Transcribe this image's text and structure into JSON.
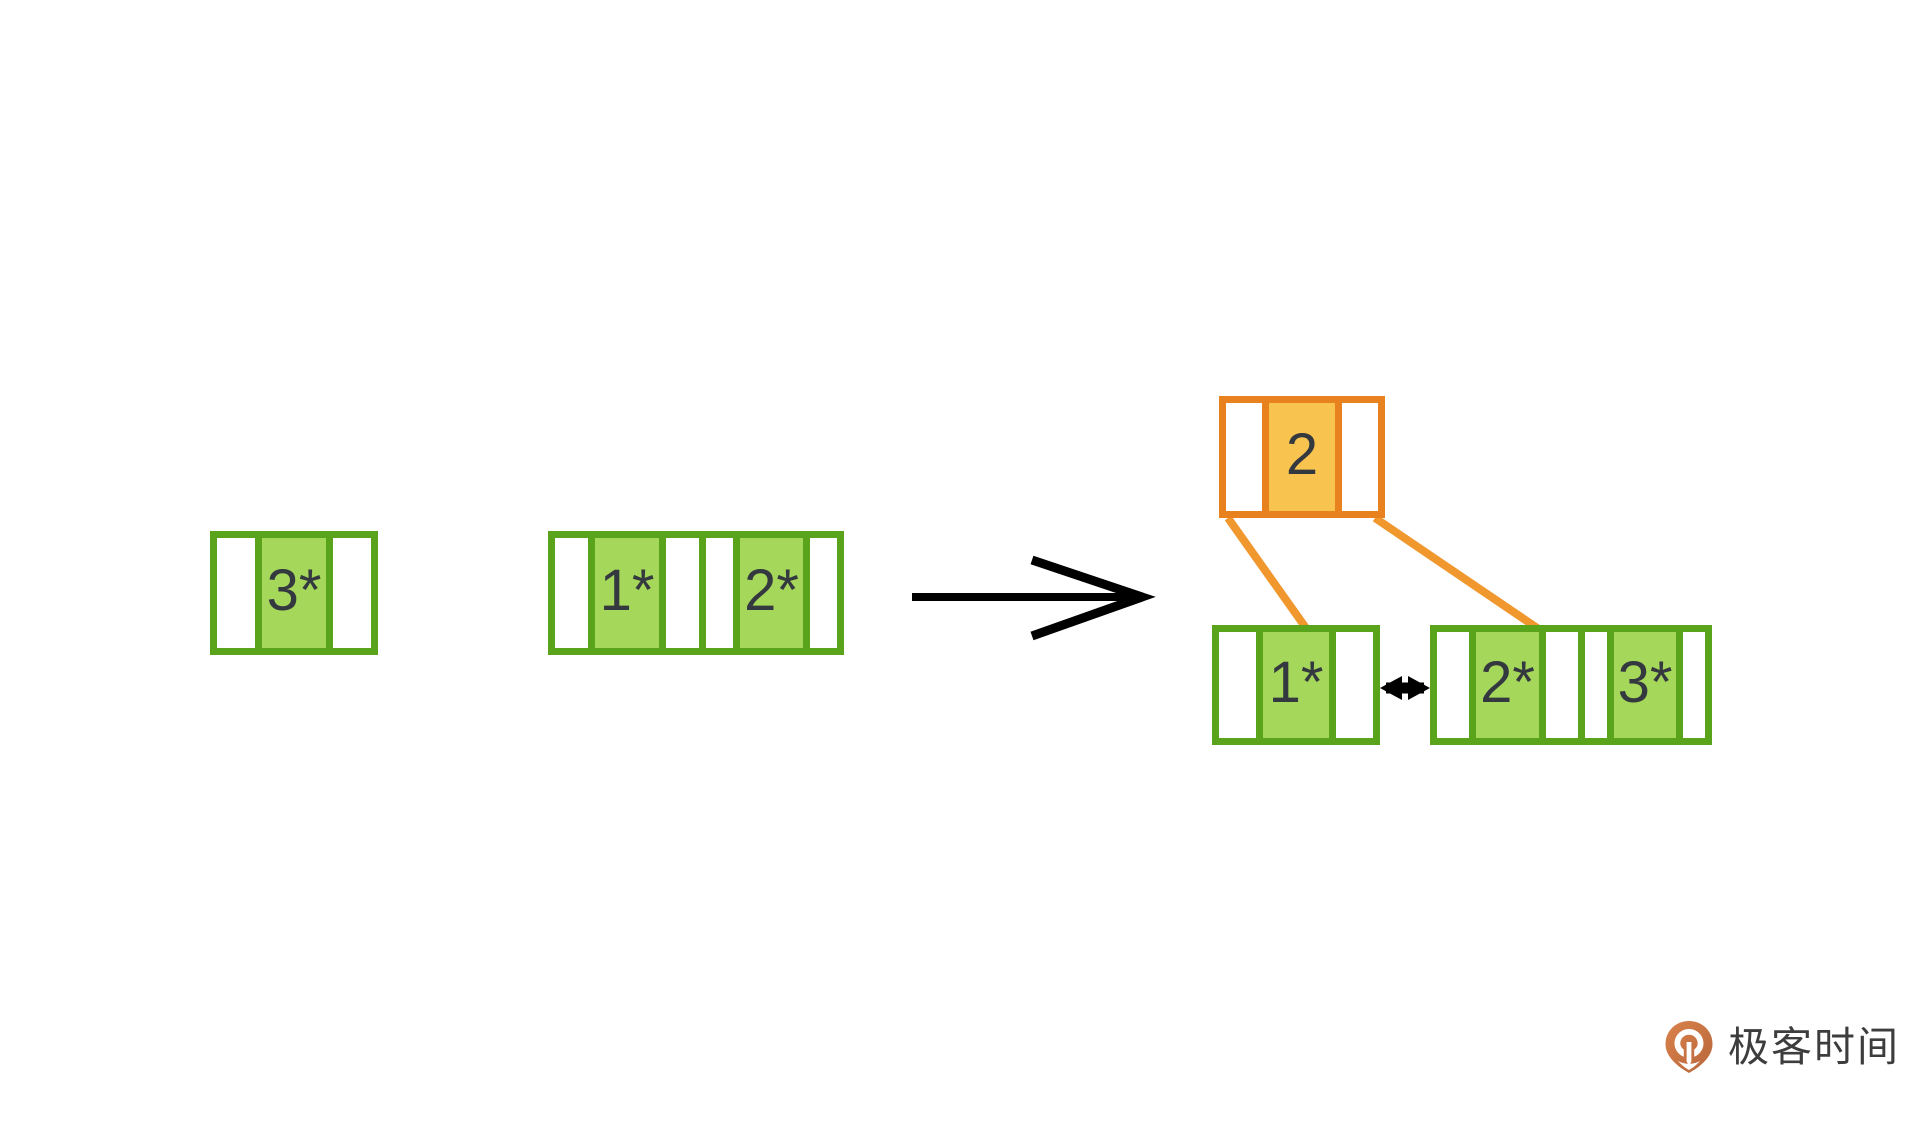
{
  "diagram": {
    "type": "linked-list-transformation",
    "title": "",
    "colors": {
      "green_fill": "#a5d75a",
      "green_border": "#5aa41c",
      "orange_fill": "#f8c44f",
      "orange_border": "#e8821e",
      "text": "#34393f",
      "arrow": "#000000",
      "link_line": "#f0972e",
      "background": "#ffffff"
    },
    "left_side": {
      "groups": [
        {
          "name": "single-node-3",
          "nodes": [
            {
              "value": "3*",
              "color": "green"
            }
          ]
        },
        {
          "name": "pair-node-1-2",
          "nodes": [
            {
              "value": "1*",
              "color": "green"
            },
            {
              "value": "2*",
              "color": "green"
            }
          ]
        }
      ]
    },
    "transform_arrow": {
      "name": "transform-arrow",
      "direction": "right",
      "style": "open-head"
    },
    "right_side": {
      "parent": {
        "value": "2",
        "color": "orange"
      },
      "children": [
        {
          "name": "child-left",
          "nodes": [
            {
              "value": "1*",
              "color": "green"
            }
          ]
        },
        {
          "name": "child-right",
          "nodes": [
            {
              "value": "2*",
              "color": "green"
            },
            {
              "value": "3*",
              "color": "green"
            }
          ]
        }
      ],
      "sibling_link": {
        "name": "sibling-double-arrow",
        "style": "double-head"
      },
      "parent_links": [
        {
          "from": "parent-bottom-left",
          "to": "child-left-value-cell"
        },
        {
          "from": "parent-bottom-right",
          "to": "child-right-middle-pointer"
        }
      ]
    }
  },
  "brand": {
    "text": "极客时间",
    "logo_name": "geektime-logo-icon"
  }
}
